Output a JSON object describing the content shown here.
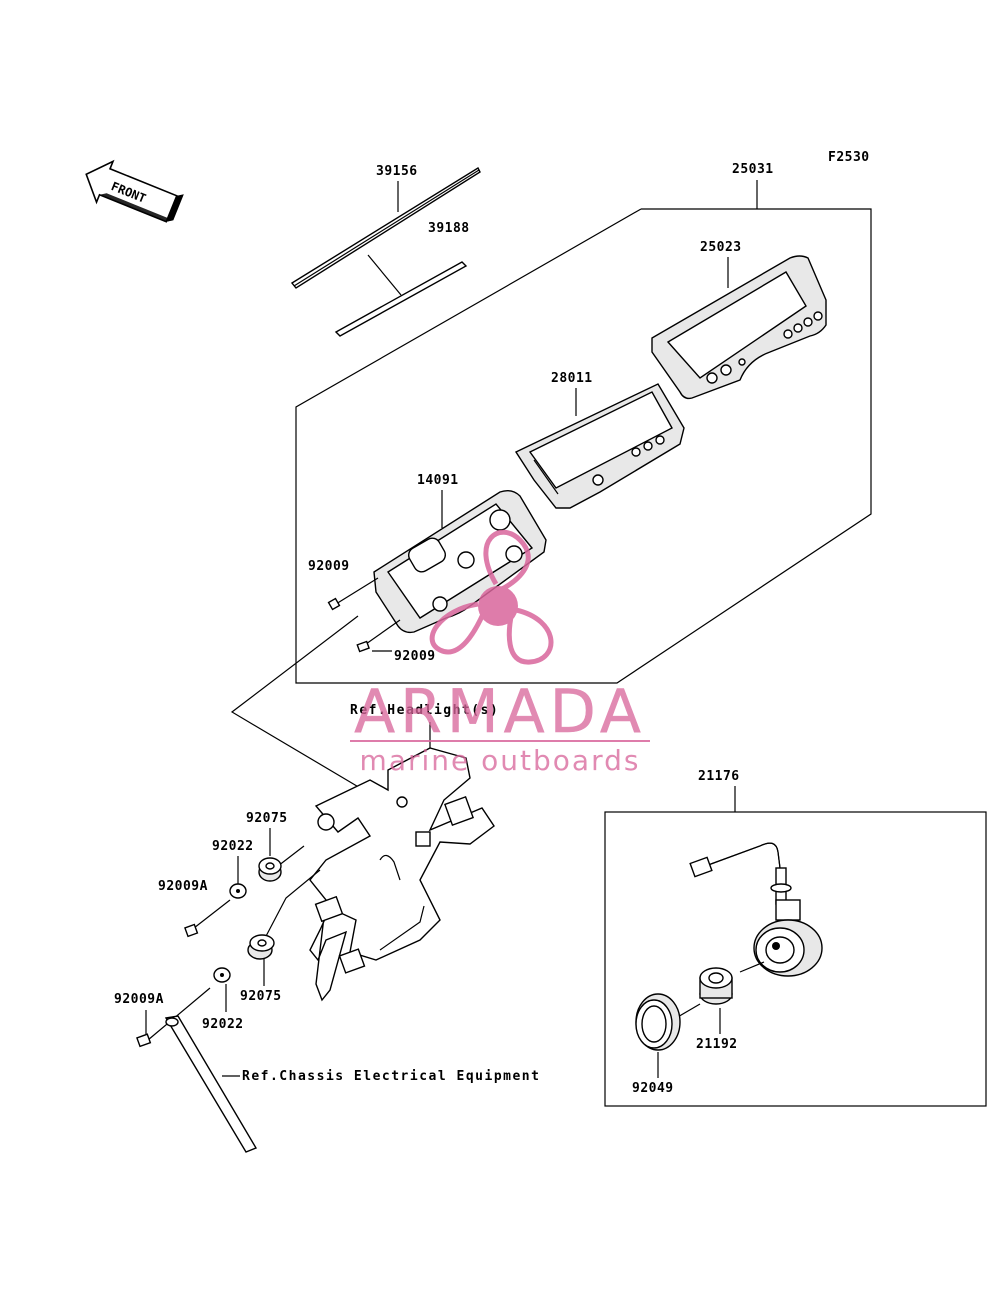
{
  "figure_code": "F2530",
  "front_arrow": {
    "label": "FRONT"
  },
  "parts": {
    "p39156": "39156",
    "p39188": "39188",
    "p25031": "25031",
    "p25023": "25023",
    "p28011": "28011",
    "p14091": "14091",
    "p92009_a": "92009",
    "p92009_b": "92009",
    "p92075_a": "92075",
    "p92022_a": "92022",
    "p92009A_a": "92009A",
    "p92075_b": "92075",
    "p92022_b": "92022",
    "p92009A_b": "92009A",
    "p21176": "21176",
    "p21192": "21192",
    "p92049": "92049"
  },
  "refs": {
    "headlight": "Ref.Headlight(s)",
    "chassis": "Ref.Chassis Electrical Equipment"
  },
  "watermark": {
    "brand": "ARMADA",
    "tagline": "marine outboards",
    "color": "#d9669c"
  }
}
